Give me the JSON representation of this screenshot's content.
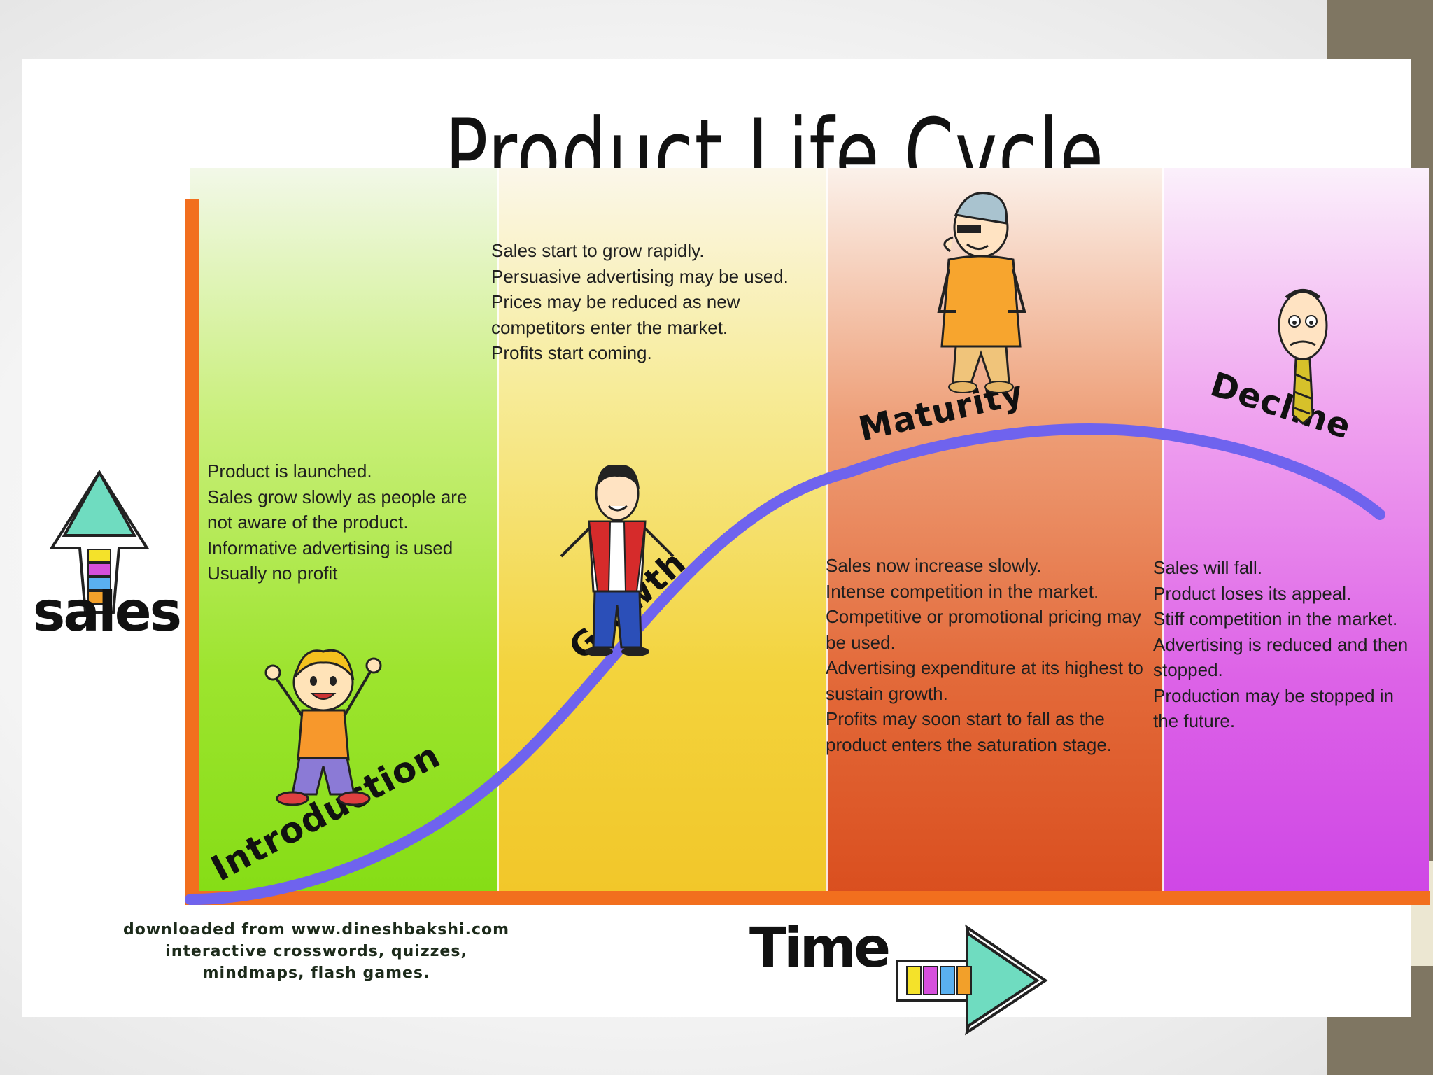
{
  "title": "Product Life Cycle",
  "axes": {
    "y_label": "sales",
    "x_label": "Time"
  },
  "stages": [
    {
      "id": "introduction",
      "label": "Introduction",
      "color": "#8ee01c",
      "description": "Product is launched.\nSales grow slowly as people are not aware of the product.\nInformative advertising is used\nUsually no profit"
    },
    {
      "id": "growth",
      "label": "Growth",
      "color": "#f4cf33",
      "description": "Sales start to grow rapidly.\nPersuasive advertising may be used.\nPrices may be reduced as new competitors enter the market.\nProfits start coming."
    },
    {
      "id": "maturity",
      "label": "Maturity",
      "color": "#de5a27",
      "description": "Sales now increase slowly.\nIntense competition in the market.\nCompetitive or promotional pricing may be used.\nAdvertising expenditure at its highest to sustain growth.\nProfits may soon start to fall as the product enters the saturation stage."
    },
    {
      "id": "decline",
      "label": "Decline",
      "color": "#d652e6",
      "description": "Sales will fall.\nProduct loses its appeal.\nStiff competition in the market.\nAdvertising is reduced and then stopped.\nProduction may be stopped in the future."
    }
  ],
  "credit": {
    "line1": "downloaded from www.dineshbakshi.com",
    "line2": "interactive crosswords, quizzes,",
    "line3": "mindmaps, flash games."
  },
  "colors": {
    "axis": "#f26f1e",
    "curve": "#6f63ee",
    "side_bar": "#7f7662"
  },
  "icons": [
    "up-arrow-icon",
    "right-arrow-icon",
    "child-cartoon",
    "young-man-cartoon",
    "old-man-cartoon",
    "worried-man-cartoon"
  ]
}
